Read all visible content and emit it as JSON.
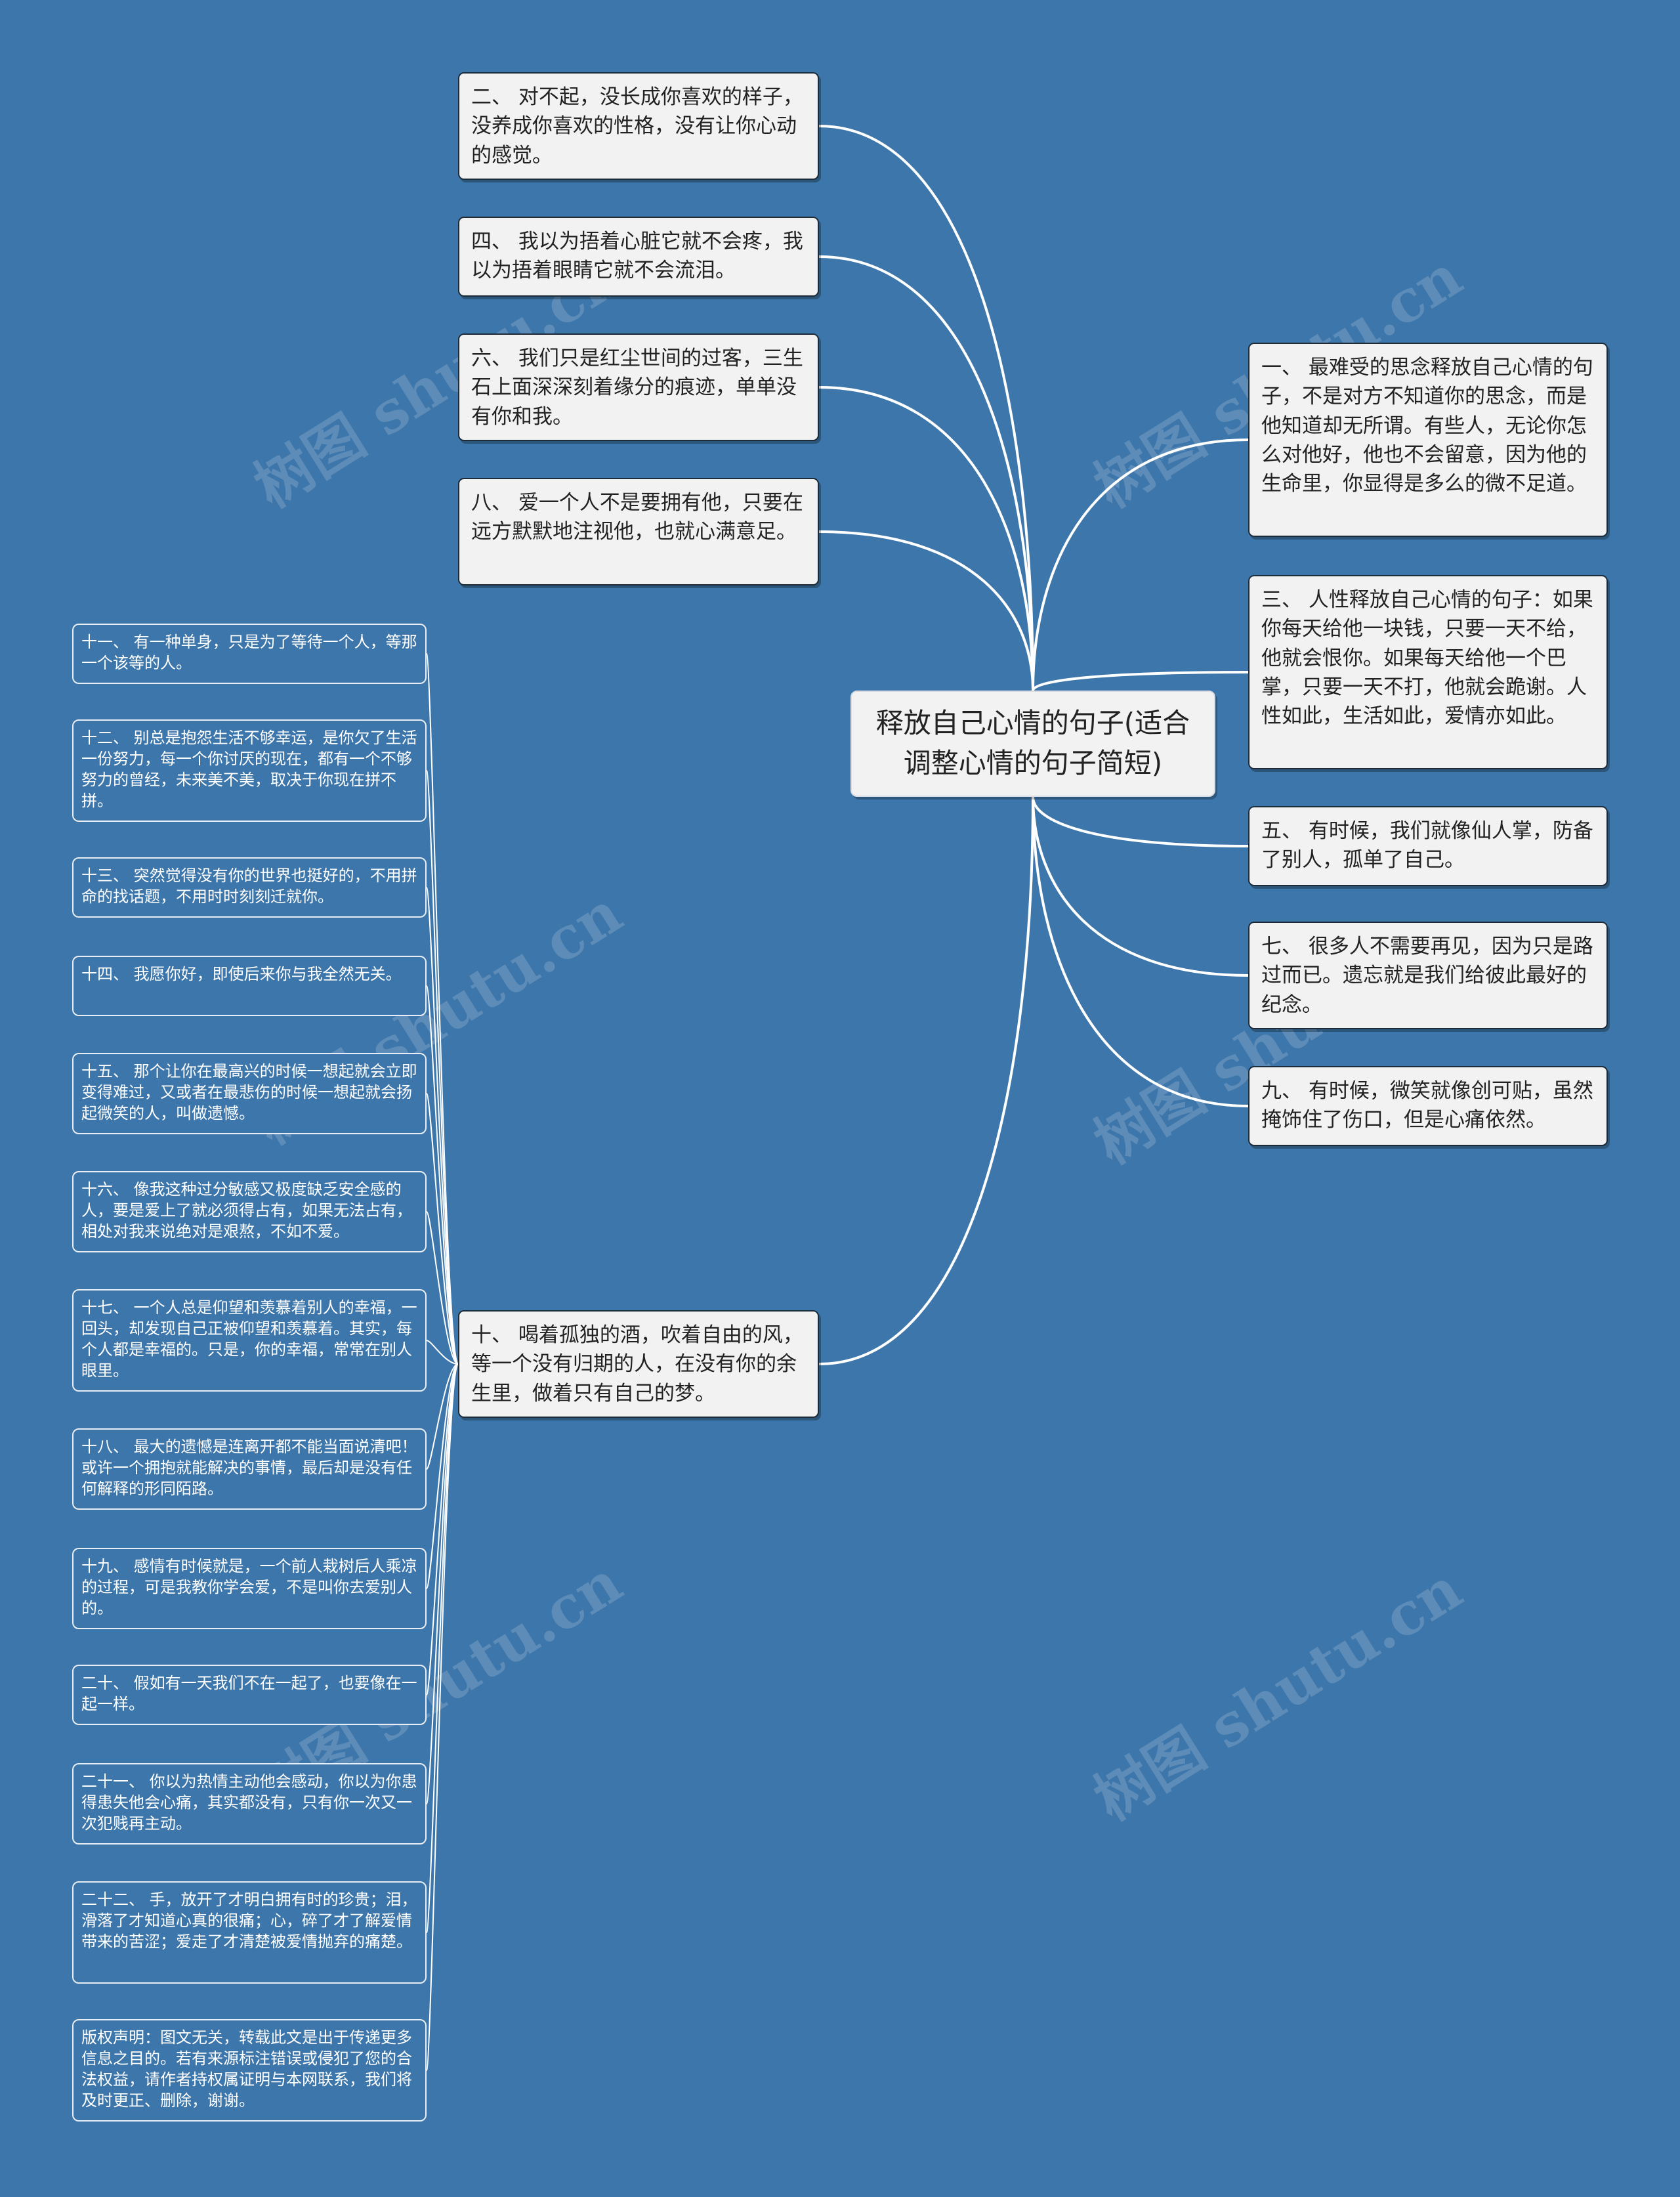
{
  "watermark": "树图 shutu.cn",
  "colors": {
    "background": "#3d76aa",
    "node_fill": "#f2f2f2",
    "line": "#ffffff"
  },
  "center": {
    "text": "释放自己心情的句子(适合调整心情的句子简短)"
  },
  "left_nodes": [
    {
      "text": "二、 对不起，没长成你喜欢的样子，没养成你喜欢的性格，没有让你心动的感觉。"
    },
    {
      "text": "四、 我以为捂着心脏它就不会疼，我以为捂着眼睛它就不会流泪。"
    },
    {
      "text": "六、 我们只是红尘世间的过客，三生石上面深深刻着缘分的痕迹，单单没有你和我。"
    },
    {
      "text": "八、 爱一个人不是要拥有他，只要在远方默默地注视他，也就心满意足。"
    },
    {
      "text": "十、 喝着孤独的酒，吹着自由的风，等一个没有归期的人，在没有你的余生里，做着只有自己的梦。"
    }
  ],
  "right_nodes": [
    {
      "text": "一、 最难受的思念释放自己心情的句子，不是对方不知道你的思念，而是他知道却无所谓。有些人，无论你怎么对他好，他也不会留意，因为他的生命里，你显得是多么的微不足道。"
    },
    {
      "text": "三、 人性释放自己心情的句子：如果你每天给他一块钱，只要一天不给，他就会恨你。如果每天给他一个巴掌，只要一天不打，他就会跪谢。人性如此，生活如此，爱情亦如此。"
    },
    {
      "text": "五、 有时候，我们就像仙人掌，防备了别人，孤单了自己。"
    },
    {
      "text": "七、 很多人不需要再见，因为只是路过而已。遗忘就是我们给彼此最好的纪念。"
    },
    {
      "text": "九、 有时候，微笑就像创可贴，虽然掩饰住了伤口，但是心痛依然。"
    }
  ],
  "leaves": [
    {
      "text": "十一、 有一种单身，只是为了等待一个人，等那一个该等的人。"
    },
    {
      "text": "十二、 别总是抱怨生活不够幸运，是你欠了生活一份努力，每一个你讨厌的现在，都有一个不够努力的曾经，未来美不美，取决于你现在拼不拼。"
    },
    {
      "text": "十三、 突然觉得没有你的世界也挺好的，不用拼命的找话题，不用时时刻刻迁就你。"
    },
    {
      "text": "十四、 我愿你好，即使后来你与我全然无关。"
    },
    {
      "text": "十五、 那个让你在最高兴的时候一想起就会立即变得难过，又或者在最悲伤的时候一想起就会扬起微笑的人，叫做遗憾。"
    },
    {
      "text": "十六、 像我这种过分敏感又极度缺乏安全感的人，要是爱上了就必须得占有，如果无法占有，相处对我来说绝对是艰熬，不如不爱。"
    },
    {
      "text": "十七、 一个人总是仰望和羡慕着别人的幸福，一回头，却发现自己正被仰望和羡慕着。其实，每个人都是幸福的。只是，你的幸福，常常在别人眼里。"
    },
    {
      "text": "十八、 最大的遗憾是连离开都不能当面说清吧！或许一个拥抱就能解决的事情，最后却是没有任何解释的形同陌路。"
    },
    {
      "text": "十九、 感情有时候就是，一个前人栽树后人乘凉的过程，可是我教你学会爱，不是叫你去爱别人的。"
    },
    {
      "text": "二十、 假如有一天我们不在一起了，也要像在一起一样。"
    },
    {
      "text": "二十一、 你以为热情主动他会感动，你以为你患得患失他会心痛，其实都没有，只有你一次又一次犯贱再主动。"
    },
    {
      "text": "二十二、 手，放开了才明白拥有时的珍贵；泪，滑落了才知道心真的很痛；心，碎了才了解爱情带来的苦涩；爱走了才清楚被爱情抛弃的痛楚。"
    },
    {
      "text": "版权声明：图文无关，转载此文是出于传递更多信息之目的。若有来源标注错误或侵犯了您的合法权益，请作者持权属证明与本网联系，我们将及时更正、删除，谢谢。"
    }
  ]
}
